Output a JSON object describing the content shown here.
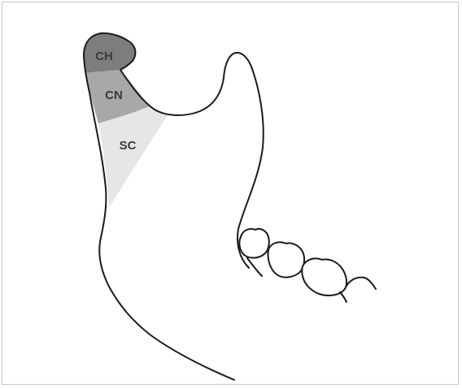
{
  "diagram": {
    "regions": [
      {
        "id": "ch",
        "label": "CH",
        "fill": "#7d7d7d"
      },
      {
        "id": "cn",
        "label": "CN",
        "fill": "#a8a8a8"
      },
      {
        "id": "sc",
        "label": "SC",
        "fill": "#e6e6e6"
      }
    ],
    "colors": {
      "outline": "#1a1a1a",
      "frame": "#c8c8c8",
      "background": "#ffffff"
    }
  }
}
